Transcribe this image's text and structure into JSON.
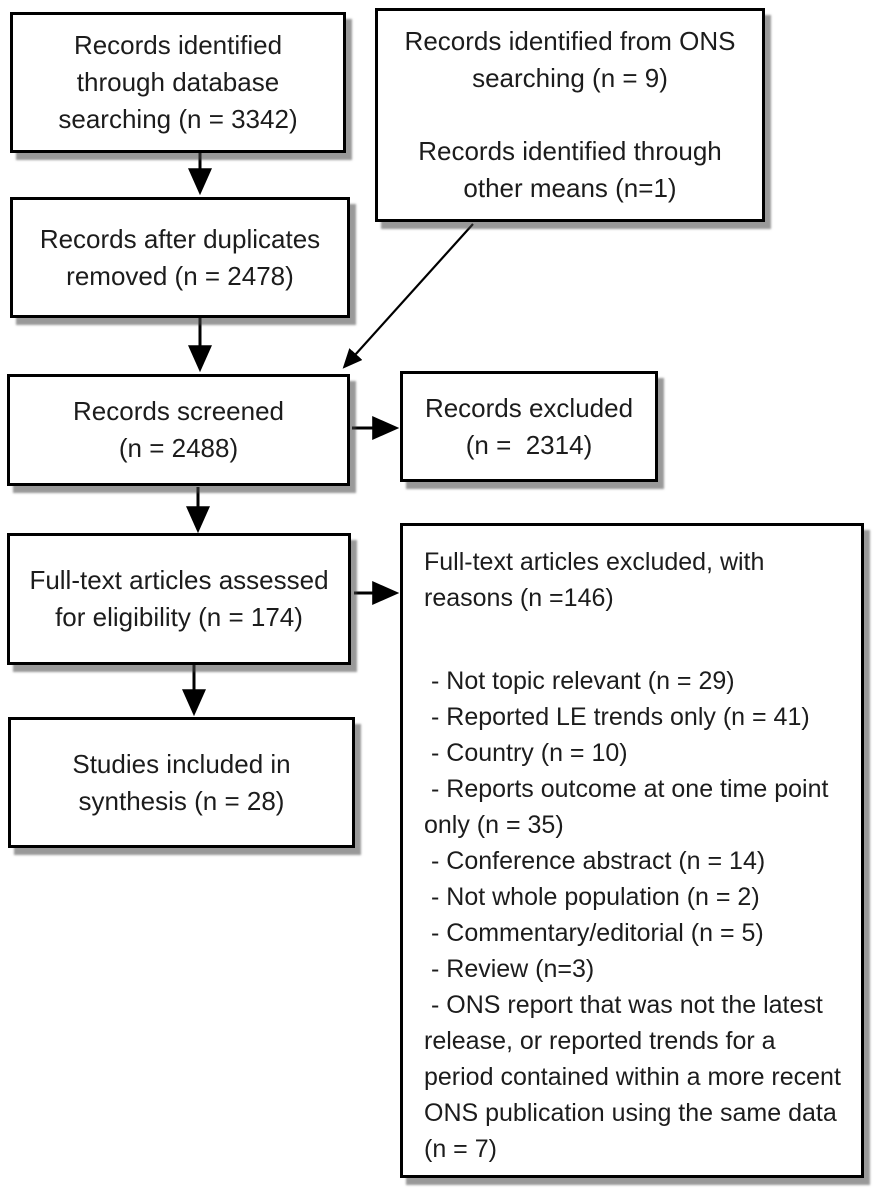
{
  "diagram": {
    "type": "prisma-flow",
    "boxes": {
      "identified_db": {
        "lines": [
          "Records identified",
          "through database",
          "searching (n = 3342)"
        ]
      },
      "identified_ons": {
        "para1_lines": [
          "Records identified from ONS",
          "searching (n = 9)"
        ],
        "para2_lines": [
          "Records identified through",
          "other means (n=1)"
        ]
      },
      "duplicates_removed": {
        "lines": [
          "Records after duplicates",
          "removed (n = 2478)"
        ]
      },
      "screened": {
        "lines": [
          "Records screened",
          "(n = 2488)"
        ]
      },
      "records_excluded": {
        "lines": [
          "Records excluded",
          "(n =  2314)"
        ]
      },
      "fulltext_assessed": {
        "lines": [
          "Full-text articles assessed",
          "for eligibility (n = 174)"
        ]
      },
      "fulltext_excluded": {
        "title_lines": [
          "Full-text articles excluded, with",
          "reasons (n =146)"
        ],
        "reasons": [
          "- Not topic relevant (n = 29)",
          "- Reported LE trends only (n = 41)",
          "- Country (n = 10)",
          "- Reports outcome at one time point only (n = 35)",
          "- Conference abstract (n = 14)",
          "- Not whole population (n = 2)",
          "- Commentary/editorial (n = 5)",
          "- Review (n=3)",
          "- ONS report that was not the latest release, or reported trends for a period contained within a more recent ONS publication using the same data (n = 7)"
        ]
      },
      "included": {
        "lines": [
          "Studies included in",
          "synthesis (n = 28)"
        ]
      }
    },
    "colors": {
      "box_border": "#000000",
      "box_fill": "#ffffff",
      "arrow": "#000000",
      "text": "#1c1c1c"
    }
  }
}
